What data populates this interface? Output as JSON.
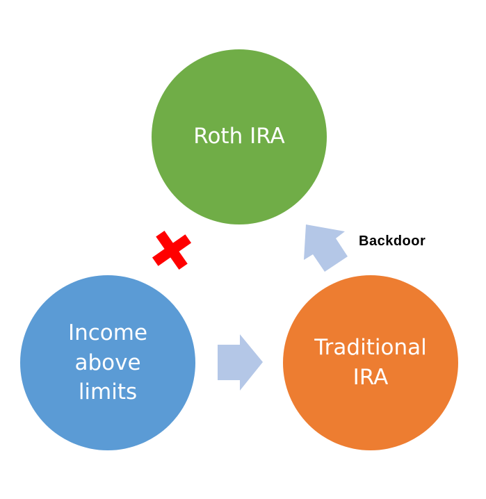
{
  "nodes": {
    "roth": {
      "label": "Roth IRA",
      "color": "#70ad47"
    },
    "income": {
      "label_lines": [
        "Income",
        "above",
        "limits"
      ],
      "color": "#5b9bd5"
    },
    "traditional": {
      "label_lines": [
        "Traditional",
        "IRA"
      ],
      "color": "#ed7d31"
    }
  },
  "edges": {
    "income_to_traditional": {
      "icon": "arrow-right-icon",
      "color": "#b4c7e7"
    },
    "traditional_to_roth": {
      "icon": "arrow-up-left-icon",
      "label": "Backdoor",
      "color": "#b4c7e7"
    },
    "income_to_roth": {
      "icon": "cross-icon",
      "meaning": "blocked",
      "color": "#ff0000"
    }
  }
}
